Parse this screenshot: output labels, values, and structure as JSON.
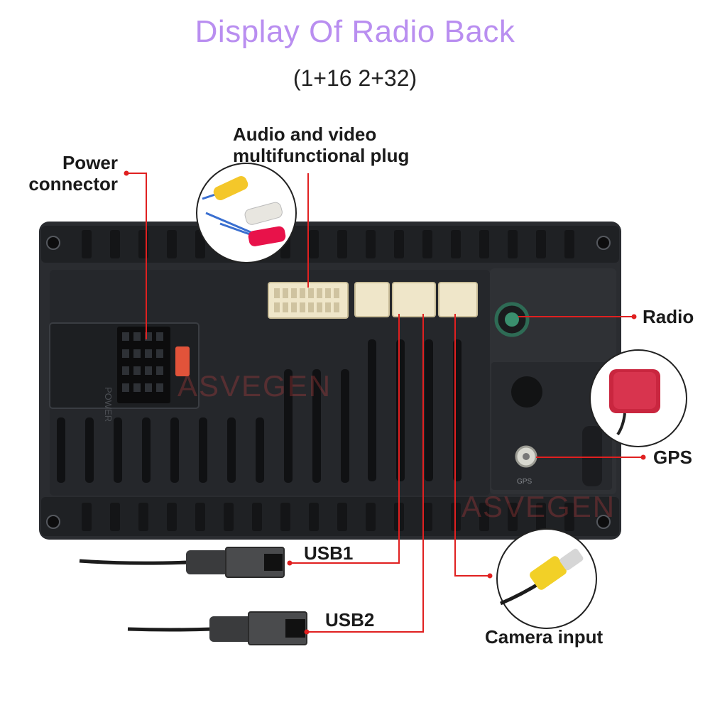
{
  "header": {
    "title": "Display Of Radio Back",
    "subtitle": "(1+16   2+32)"
  },
  "labels": {
    "power": [
      "Power",
      "connector"
    ],
    "av": [
      "Audio and video",
      "multifunctional plug"
    ],
    "radio": "Radio",
    "gps": "GPS",
    "usb1": "USB1",
    "usb2": "USB2",
    "camera": "Camera input"
  },
  "unit_markings": {
    "power_tag": "POWER",
    "gps_tag": "GPS"
  },
  "watermark": "ASVEGEN",
  "colors": {
    "title": "#b98ef0",
    "callout_line": "#e02020",
    "chassis": "#2a2c30",
    "connector": "#efe6c9"
  }
}
